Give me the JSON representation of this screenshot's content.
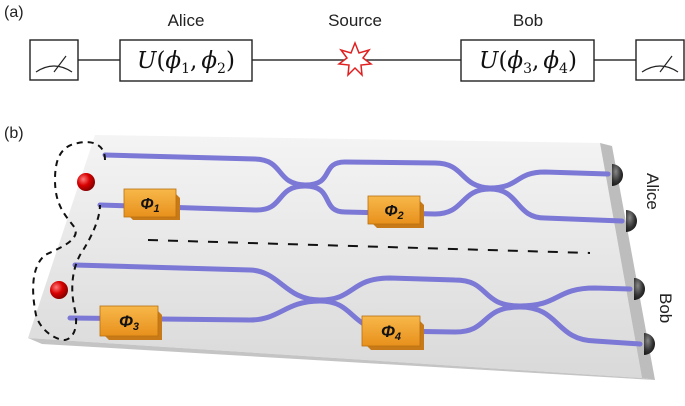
{
  "panel_a": {
    "label": "(a)",
    "left_party": "Alice",
    "center_label": "Source",
    "right_party": "Bob",
    "unitary_left": {
      "U": "U",
      "open": "(",
      "p1": "ϕ",
      "s1": "1",
      "comma": ",",
      "p2": "ϕ",
      "s2": "2",
      "close": ")"
    },
    "unitary_right": {
      "U": "U",
      "open": "(",
      "p1": "ϕ",
      "s1": "3",
      "comma": ",",
      "p2": "ϕ",
      "s2": "4",
      "close": ")"
    },
    "source_color": "#e02020"
  },
  "panel_b": {
    "label": "(b)",
    "phase_shifters": [
      {
        "symbol": "Φ",
        "sub": "1"
      },
      {
        "symbol": "Φ",
        "sub": "2"
      },
      {
        "symbol": "Φ",
        "sub": "3"
      },
      {
        "symbol": "Φ",
        "sub": "4"
      }
    ],
    "alice_label": "Alice",
    "bob_label": "Bob",
    "waveguide_color": "#7b78d6",
    "phase_box_color": "#f2a02a",
    "photon_color": "#d80000"
  }
}
